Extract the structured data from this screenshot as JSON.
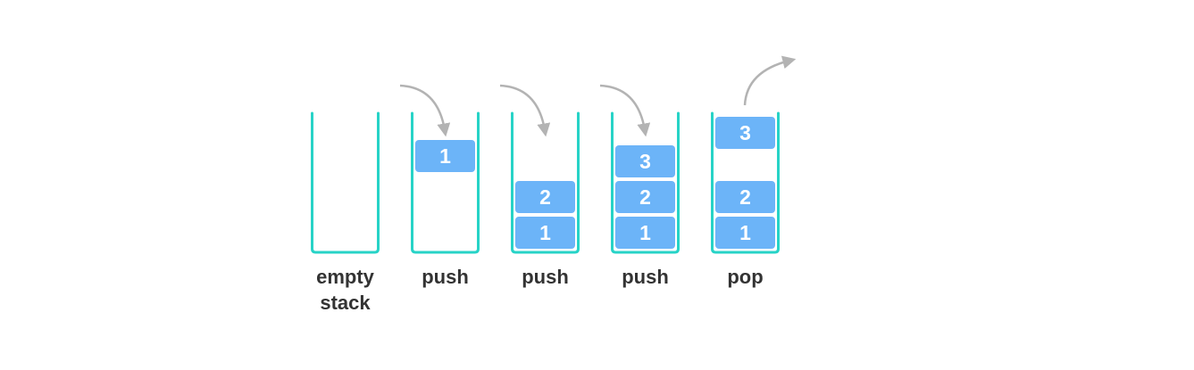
{
  "colors": {
    "container": "#27d3c7",
    "item": "#6cb4f8",
    "arrow": "#b3b3b3",
    "label": "#333333",
    "item_text": "#ffffff"
  },
  "stacks": [
    {
      "label_lines": [
        "empty",
        "stack"
      ],
      "arrow": "none",
      "items": []
    },
    {
      "label_lines": [
        "push"
      ],
      "arrow": "in",
      "items": [
        {
          "value": "1",
          "floating": true
        }
      ]
    },
    {
      "label_lines": [
        "push"
      ],
      "arrow": "in",
      "items": [
        {
          "value": "1"
        },
        {
          "value": "2"
        }
      ]
    },
    {
      "label_lines": [
        "push"
      ],
      "arrow": "in",
      "items": [
        {
          "value": "1"
        },
        {
          "value": "2"
        },
        {
          "value": "3"
        }
      ]
    },
    {
      "label_lines": [
        "pop"
      ],
      "arrow": "out",
      "items": [
        {
          "value": "1"
        },
        {
          "value": "2"
        },
        {
          "value": "3",
          "floating": true
        }
      ]
    }
  ]
}
